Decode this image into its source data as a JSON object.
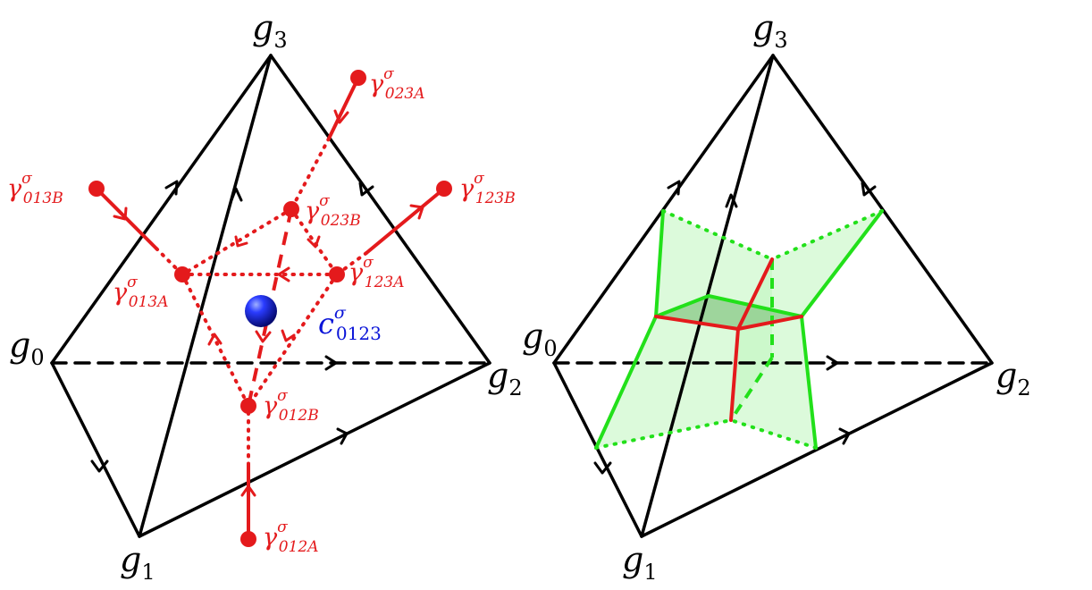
{
  "colors": {
    "edge": "#000000",
    "red": "#e41a1c",
    "green": "#22e01a",
    "green_fill": "#bff5bd",
    "blue": "#0a14d8"
  },
  "left_panel": {
    "vertices": {
      "g0": {
        "base": "g",
        "sub": "0"
      },
      "g1": {
        "base": "g",
        "sub": "1"
      },
      "g2": {
        "base": "g",
        "sub": "2"
      },
      "g3": {
        "base": "g",
        "sub": "3"
      }
    },
    "nodes": {
      "n023A": {
        "base": "γ",
        "sup": "σ",
        "sub": "023A"
      },
      "n013B": {
        "base": "γ",
        "sup": "σ",
        "sub": "013B"
      },
      "n123B": {
        "base": "γ",
        "sup": "σ",
        "sub": "123B"
      },
      "n023B": {
        "base": "γ",
        "sup": "σ",
        "sub": "023B"
      },
      "n013A": {
        "base": "γ",
        "sup": "σ",
        "sub": "013A"
      },
      "n123A": {
        "base": "γ",
        "sup": "σ",
        "sub": "123A"
      },
      "n012B": {
        "base": "γ",
        "sup": "σ",
        "sub": "012B"
      },
      "n012A": {
        "base": "γ",
        "sup": "σ",
        "sub": "012A"
      }
    },
    "center": {
      "base": "c",
      "sup": "σ",
      "sub": "0123"
    }
  },
  "right_panel": {
    "vertices": {
      "g0": {
        "base": "g",
        "sub": "0"
      },
      "g1": {
        "base": "g",
        "sub": "1"
      },
      "g2": {
        "base": "g",
        "sub": "2"
      },
      "g3": {
        "base": "g",
        "sub": "3"
      }
    }
  }
}
